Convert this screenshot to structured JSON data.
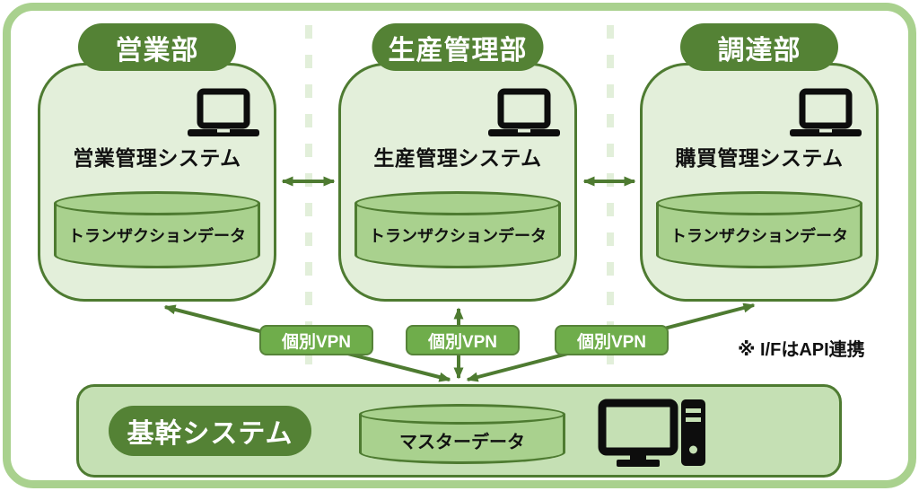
{
  "departments": [
    {
      "name": "営業部",
      "system": "営業管理システム",
      "database": "トランザクションデータ"
    },
    {
      "name": "生産管理部",
      "system": "生産管理システム",
      "database": "トランザクションデータ"
    },
    {
      "name": "調達部",
      "system": "購買管理システム",
      "database": "トランザクションデータ"
    }
  ],
  "vpn": {
    "labels": [
      "個別VPN",
      "個別VPN",
      "個別VPN"
    ]
  },
  "note": "※ I/FはAPI連携",
  "core": {
    "name": "基幹システム",
    "database": "マスターデータ"
  },
  "icons": {
    "laptop": "laptop-icon",
    "desktop": "desktop-computer-icon",
    "database": "database-cylinder-icon",
    "arrows": "double-headed-arrow-icon"
  },
  "colors": {
    "dark_green": "#548235",
    "line_green": "#4e7b31",
    "card_fill": "#e3efda",
    "cylinder_fill": "#a9d18e",
    "core_fill": "#c5e0b4",
    "vpn_fill": "#6fad4b",
    "frame_green": "#a9d18e",
    "divider_green": "#e2efda",
    "text": "#111111",
    "white": "#ffffff"
  }
}
